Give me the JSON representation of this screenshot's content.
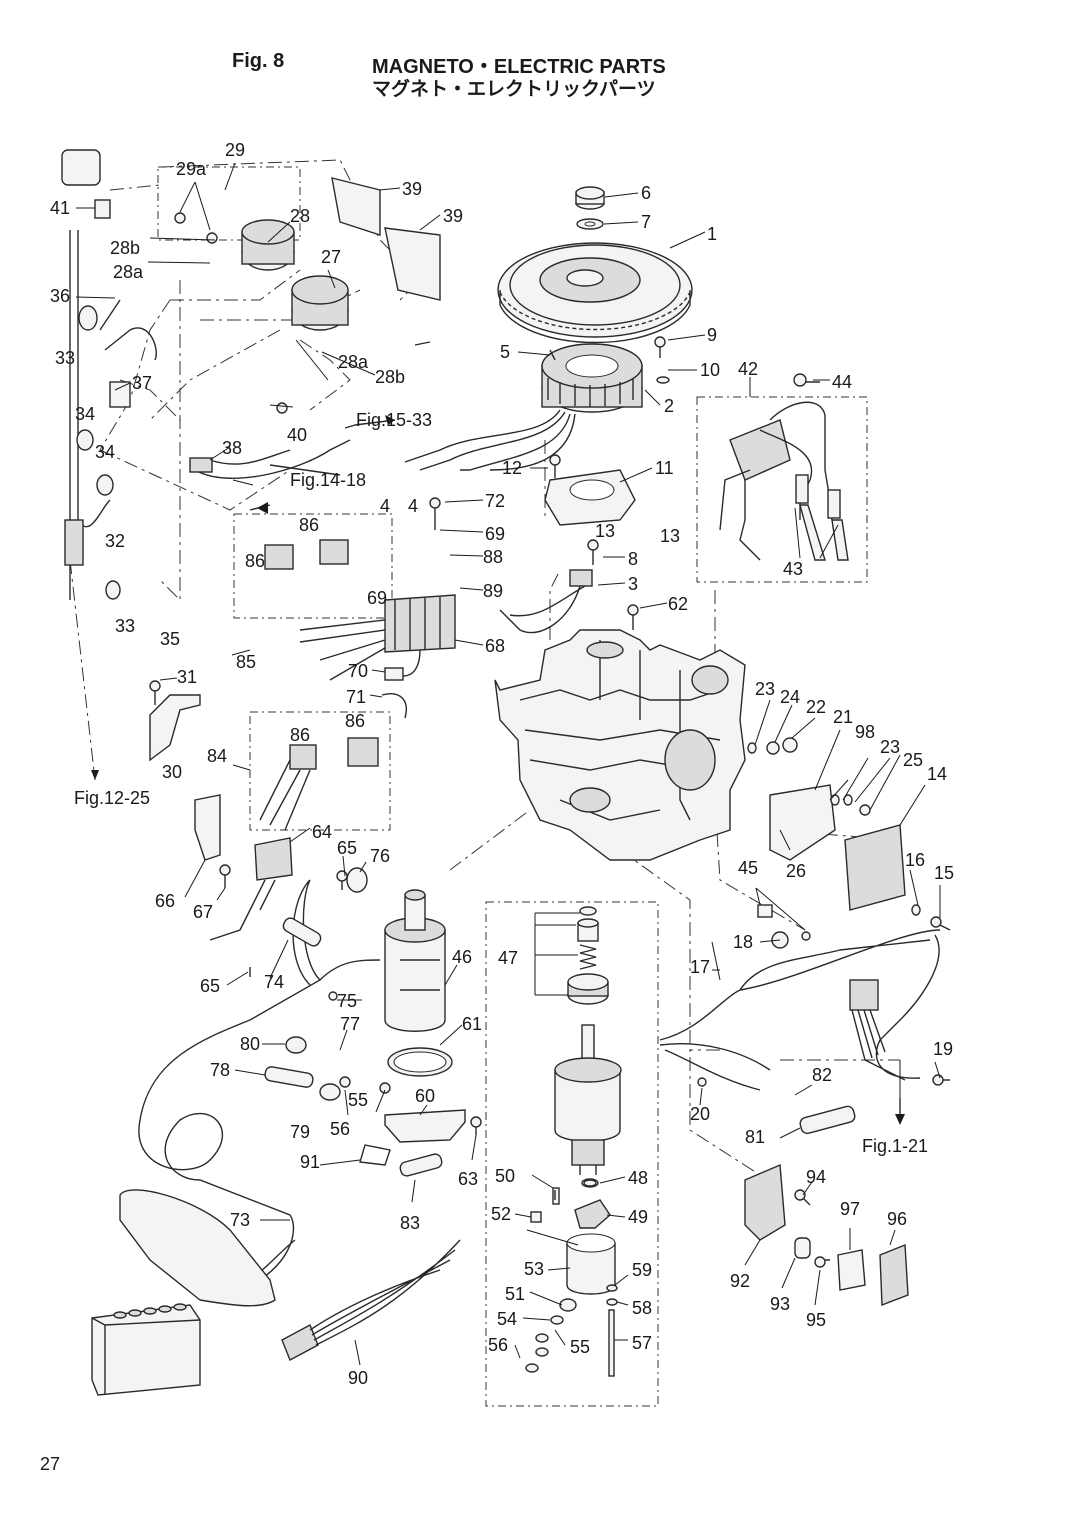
{
  "header": {
    "fig_label": "Fig. 8",
    "title_en": "MAGNETO・ELECTRIC PARTS",
    "title_jp": "マグネト・エレクトリックパーツ"
  },
  "page_number": "27",
  "callouts": [
    "1",
    "2",
    "3",
    "4",
    "4",
    "5",
    "6",
    "7",
    "8",
    "9",
    "10",
    "11",
    "12",
    "13",
    "13",
    "14",
    "15",
    "16",
    "17",
    "18",
    "19",
    "20",
    "21",
    "22",
    "23",
    "23",
    "24",
    "25",
    "26",
    "27",
    "28",
    "28a",
    "28a",
    "28b",
    "28b",
    "29",
    "29a",
    "30",
    "31",
    "32",
    "33",
    "33",
    "34",
    "34",
    "35",
    "36",
    "37",
    "38",
    "39",
    "39",
    "40",
    "41",
    "42",
    "43",
    "44",
    "45",
    "46",
    "47",
    "48",
    "49",
    "50",
    "51",
    "52",
    "53",
    "54",
    "55",
    "55",
    "56",
    "56",
    "57",
    "58",
    "59",
    "60",
    "61",
    "62",
    "63",
    "64",
    "65",
    "65",
    "66",
    "67",
    "68",
    "69",
    "69",
    "70",
    "71",
    "72",
    "73",
    "74",
    "75",
    "76",
    "77",
    "78",
    "79",
    "80",
    "81",
    "82",
    "83",
    "84",
    "85",
    "86",
    "86",
    "86",
    "86",
    "88",
    "89",
    "90",
    "91",
    "92",
    "93",
    "94",
    "95",
    "96",
    "97",
    "98"
  ],
  "figure_refs": [
    "Fig.15-33",
    "Fig.14-18",
    "Fig.12-25",
    "Fig.1-21"
  ]
}
